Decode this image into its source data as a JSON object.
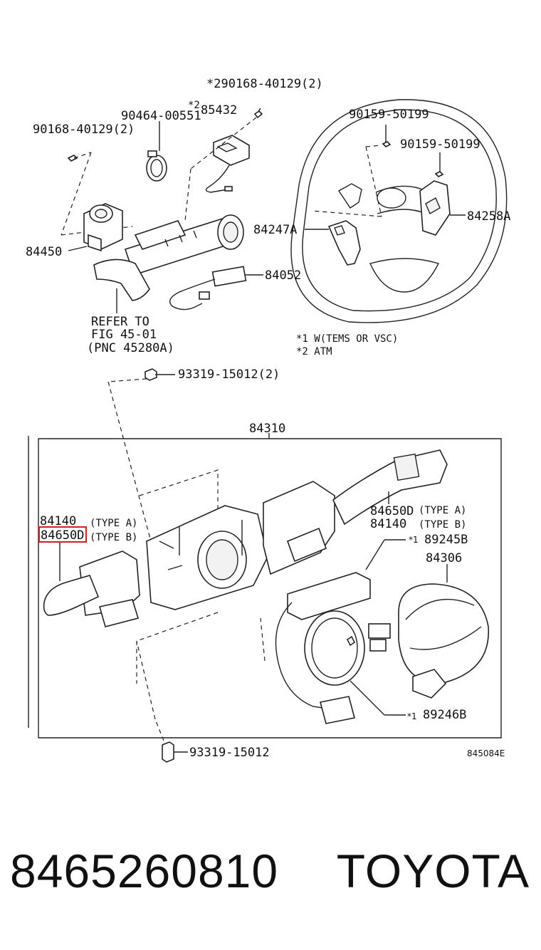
{
  "labels": {
    "screw_top": "*290168-40129(2)",
    "screw_left": "90168-40129(2)",
    "p90464": "90464-00551",
    "star2": "*2",
    "p85432": "85432",
    "p84450": "84450",
    "p84052": "84052",
    "refer1": "REFER TO",
    "refer2": "FIG 45-01",
    "refer3": "(PNC 45280A)",
    "p90159a": "90159-50199",
    "p90159b": "90159-50199",
    "p84247A": "84247A",
    "p84258A": "84258A",
    "note1": "*1 W(TEMS OR VSC)",
    "note2": "*2 ATM",
    "p93319a": "93319-15012(2)",
    "p84310": "84310",
    "p84140_left": "84140",
    "type_a_left": "(TYPE A)",
    "p84650D_left": "84650D",
    "type_b_left": "(TYPE B)",
    "p84650D_right": "84650D",
    "type_a_right": "(TYPE A)",
    "p84140_right": "84140",
    "type_b_right": "(TYPE B)",
    "p89245B": "89245B",
    "star1a": "*1",
    "p84306": "84306",
    "p89246B": "89246B",
    "star1b": "*1",
    "p93319b": "93319-15012",
    "code": "845084E"
  },
  "highlight_color": "#d62020",
  "footer": {
    "part_number": "8465260810",
    "brand": "TOYOTA"
  }
}
